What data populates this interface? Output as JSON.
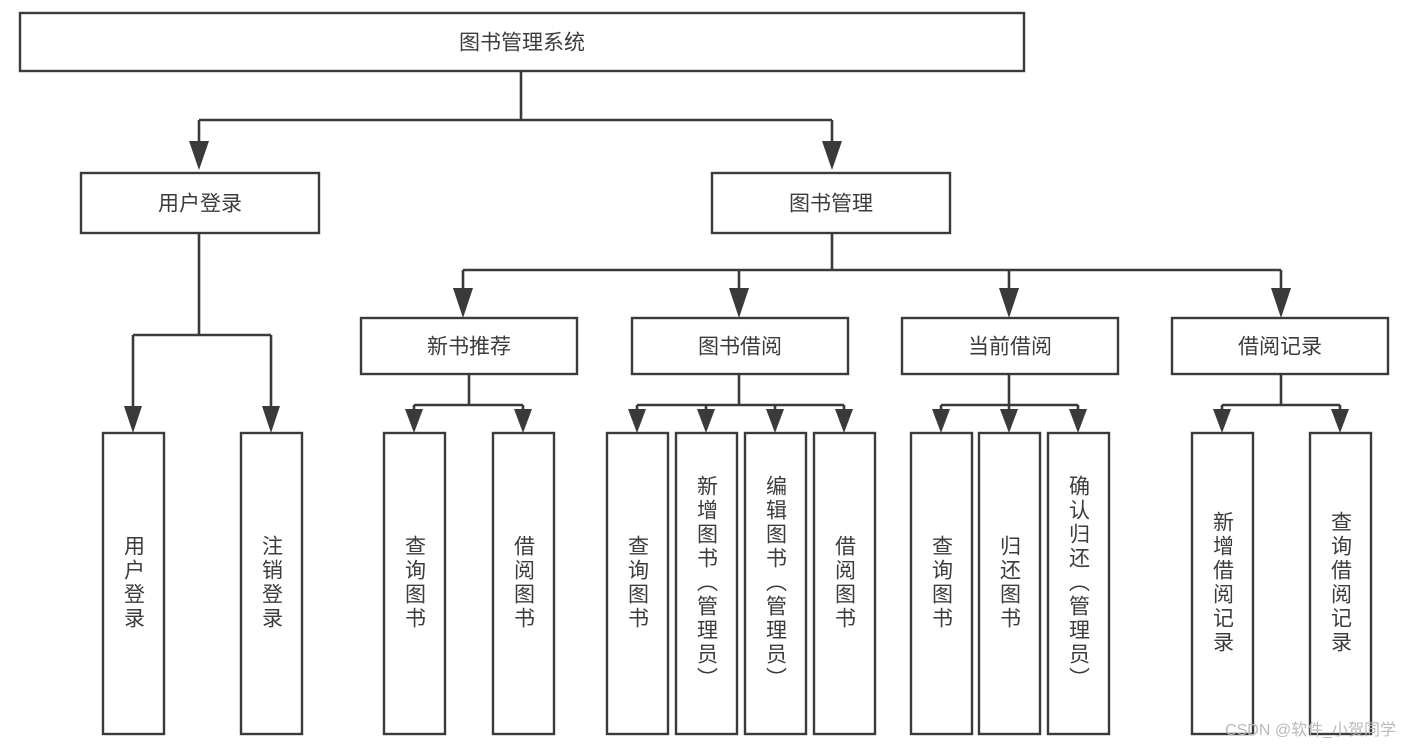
{
  "diagram": {
    "type": "tree-hierarchy-chart",
    "title": "图书管理系统",
    "colors": {
      "stroke": "#3a3a3a",
      "box_fill": "#ffffff",
      "text": "#3c3c3c",
      "background": "#ffffff",
      "watermark": "#b9b9b9"
    },
    "levels": {
      "root": {
        "id": "root",
        "label": "图书管理系统",
        "orientation": "horizontal"
      },
      "level2": [
        {
          "id": "user-login",
          "label": "用户登录",
          "orientation": "horizontal"
        },
        {
          "id": "book-management",
          "label": "图书管理",
          "orientation": "horizontal"
        }
      ],
      "level3": [
        {
          "id": "new-book-recommend",
          "label": "新书推荐",
          "orientation": "horizontal",
          "parent": "book-management"
        },
        {
          "id": "book-borrow",
          "label": "图书借阅",
          "orientation": "horizontal",
          "parent": "book-management"
        },
        {
          "id": "current-borrow",
          "label": "当前借阅",
          "orientation": "horizontal",
          "parent": "book-management"
        },
        {
          "id": "borrow-record",
          "label": "借阅记录",
          "orientation": "horizontal",
          "parent": "book-management"
        }
      ],
      "leaves": [
        {
          "id": "leaf-user-login",
          "label": "用户登录",
          "orientation": "vertical",
          "parent": "user-login"
        },
        {
          "id": "leaf-user-logout",
          "label": "注销登录",
          "orientation": "vertical",
          "parent": "user-login"
        },
        {
          "id": "leaf-query-book-1",
          "label": "查询图书",
          "orientation": "vertical",
          "parent": "new-book-recommend"
        },
        {
          "id": "leaf-borrow-book-1",
          "label": "借阅图书",
          "orientation": "vertical",
          "parent": "new-book-recommend"
        },
        {
          "id": "leaf-query-book-2",
          "label": "查询图书",
          "orientation": "vertical",
          "parent": "book-borrow"
        },
        {
          "id": "leaf-add-book",
          "label": "新增图书（管理员）",
          "orientation": "vertical",
          "parent": "book-borrow"
        },
        {
          "id": "leaf-edit-book",
          "label": "编辑图书（管理员）",
          "orientation": "vertical",
          "parent": "book-borrow"
        },
        {
          "id": "leaf-borrow-book-2",
          "label": "借阅图书",
          "orientation": "vertical",
          "parent": "book-borrow"
        },
        {
          "id": "leaf-query-book-3",
          "label": "查询图书",
          "orientation": "vertical",
          "parent": "current-borrow"
        },
        {
          "id": "leaf-return-book",
          "label": "归还图书",
          "orientation": "vertical",
          "parent": "current-borrow"
        },
        {
          "id": "leaf-confirm-return",
          "label": "确认归还（管理员）",
          "orientation": "vertical",
          "parent": "current-borrow"
        },
        {
          "id": "leaf-add-record",
          "label": "新增借阅记录",
          "orientation": "vertical",
          "parent": "borrow-record"
        },
        {
          "id": "leaf-query-record",
          "label": "查询借阅记录",
          "orientation": "vertical",
          "parent": "borrow-record"
        }
      ]
    },
    "watermark": "CSDN @软件_小贺同学"
  }
}
